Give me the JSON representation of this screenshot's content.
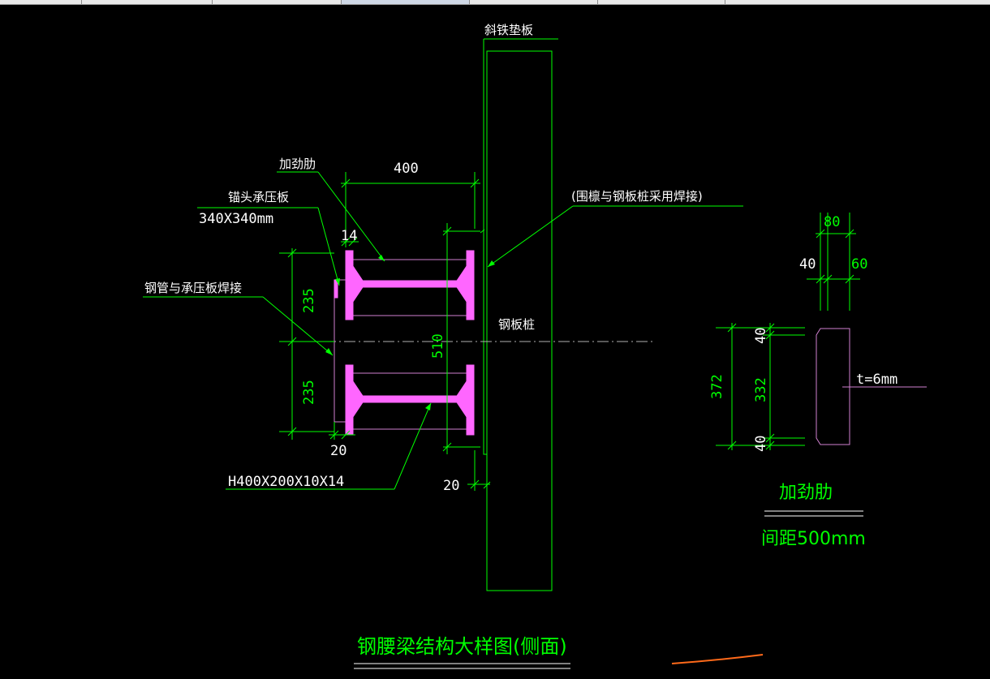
{
  "window": {
    "tabs": [
      "",
      "",
      "",
      "",
      "",
      "",
      "",
      ""
    ]
  },
  "drawing": {
    "labels": {
      "shim_plate": "斜铁垫板",
      "stiffener": "加劲肋",
      "anchor_plate": "锚头承压板",
      "anchor_plate_size": "340X340mm",
      "pipe_weld": "钢管与承压板焊接",
      "purlin_weld": "(围檩与钢板桩采用焊接)",
      "sheet_pile": "钢板桩",
      "h_beam": "H400X200X10X14"
    },
    "dims": {
      "d400": "400",
      "d14": "14",
      "d235_top": "235",
      "d235_bottom": "235",
      "d510": "510",
      "d20_left": "20",
      "d20_right": "20"
    },
    "stiffener_detail": {
      "d80": "80",
      "d40_left": "40",
      "d60": "60",
      "d40_top": "40",
      "d372": "372",
      "d332": "332",
      "d40_bottom": "40",
      "thickness": "t=6mm",
      "title": "加劲肋",
      "spacing": "间距500mm"
    },
    "title": "钢腰梁结构大样图(侧面)"
  },
  "colors": {
    "background": "#000000",
    "line_green": "#00ff00",
    "text_white": "#ffffff",
    "steel_magenta": "#ff66ff",
    "accent_orange": "#ff6a1a"
  }
}
